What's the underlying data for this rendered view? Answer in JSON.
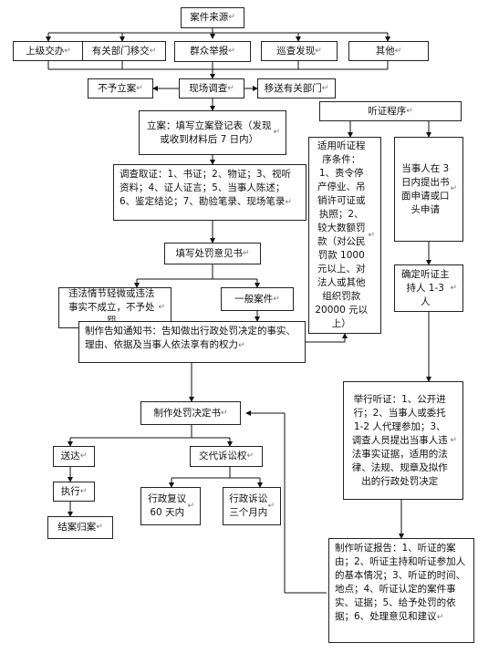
{
  "source": "案件来源",
  "sources": [
    "上级交办",
    "有关部门移交",
    "群众举报",
    "巡查发现",
    "其他"
  ],
  "no_case": "不予立案",
  "investigation_site": "现场调查",
  "transfer": "移送有关部门",
  "filing": "立案：填写立案登记表（发现或收到材料后 7 日内）",
  "evidence": "调查取证：1、书证；2、物证；3、视听资料；4、证人证言；5、当事人陈述；6、鉴定结论；7、勘验笔录、现场笔录",
  "opinion": "填写处罚意见书",
  "not_punish": "违法情节轻微或违法事实不成立，不予处罚",
  "general_case": "一般案件",
  "notice": "制作告知通知书：告知做出行政处罚决定的事实、理由、依据及当事人依法享有的权力",
  "decision": "制作处罚决定书",
  "delivery": "送达",
  "execution": "执行",
  "close": "结案归案",
  "remedy": "交代诉讼权",
  "review": "行政复议 60 天内",
  "lawsuit": "行政诉讼 三个月内",
  "hearing_procedure": "听证程序",
  "hearing_conditions": "适用听证程序条件：1、责令停产停业、吊销许可证或执照；2、较大数额罚款（对公民罚款 1000 元以上、对法人或其他组织罚款 20000 元以上）",
  "hearing_request": "当事人在 3 日内提出书面申请或口头申请",
  "hearing_host": "确定听证主持人 1-3 人",
  "hearing_held": "举行听证：1、公开进行；2、当事人或委托 1-2 人代理参加；3、调查人员提出当事人违法事实证据，适用的法律、法规、规章及拟作出的行政处罚决定",
  "hearing_report": "制作听证报告：1、听证的案由；2、听证主持和听证参加人的基本情况；3、听证的时间、地点；4、听证认定的案件事实、证据；5、给予处罚的依据；6、处理意见和建议",
  "para_mark": "↵"
}
